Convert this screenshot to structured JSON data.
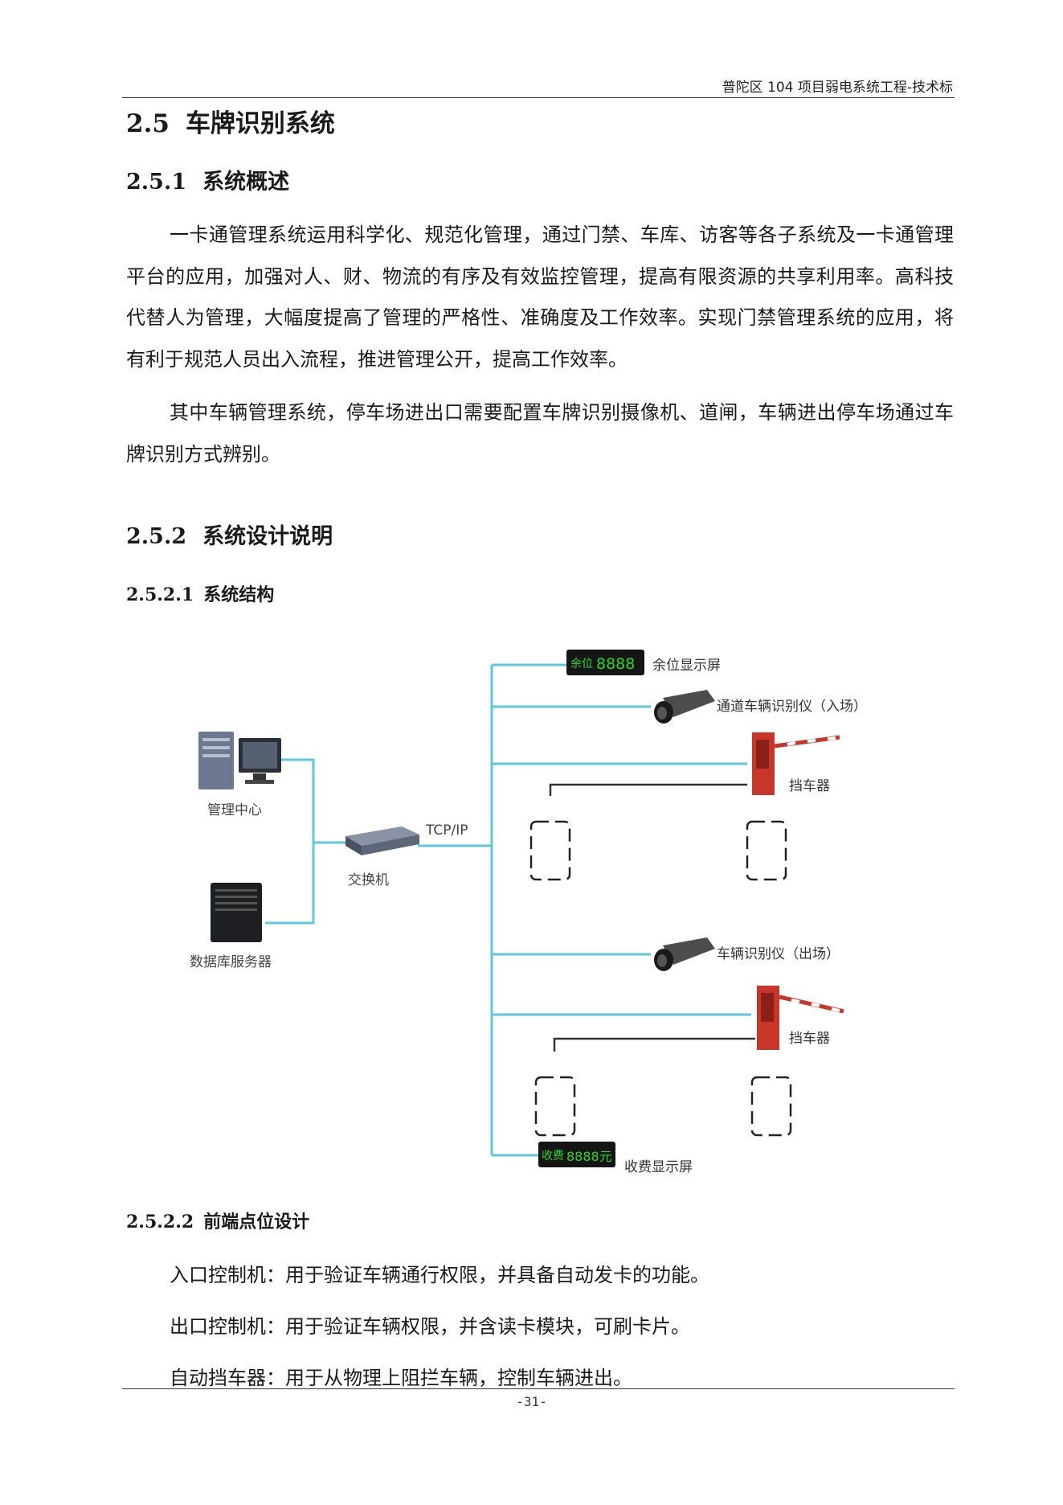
{
  "header": {
    "title": "普陀区 104 项目弱电系统工程-技术标"
  },
  "section": {
    "num": "2.5",
    "title": "车牌识别系统"
  },
  "sub1": {
    "num": "2.5.1",
    "title": "系统概述",
    "p1": "一卡通管理系统运用科学化、规范化管理，通过门禁、车库、访客等各子系统及一卡通管理平台的应用，加强对人、财、物流的有序及有效监控管理，提高有限资源的共享利用率。高科技代替人为管理，大幅度提高了管理的严格性、准确度及工作效率。实现门禁管理系统的应用，将有利于规范人员出入流程，推进管理公开，提高工作效率。",
    "p2": "其中车辆管理系统，停车场进出口需要配置车牌识别摄像机、道闸，车辆进出停车场通过车牌识别方式辨别。"
  },
  "sub2": {
    "num": "2.5.2",
    "title": "系统设计说明"
  },
  "sub21": {
    "num": "2.5.2.1",
    "title": "系统结构"
  },
  "diagram": {
    "management_center": "管理中心",
    "db_server": "数据库服务器",
    "switch": "交换机",
    "protocol": "TCP/IP",
    "remaining_display": "余位显示屏",
    "remaining_display_text": "余位",
    "remaining_display_digits": "8888",
    "entry_camera": "通道车辆识别仪（入场）",
    "barrier_1": "挡车器",
    "exit_camera": "车辆识别仪（出场）",
    "barrier_2": "挡车器",
    "fee_display": "收费显示屏",
    "fee_display_text": "收费",
    "fee_display_digits": "8888元",
    "colors": {
      "line": "#5cc8dc",
      "barrier": "#c8362a",
      "led": "#2bd62b"
    }
  },
  "sub22": {
    "num": "2.5.2.2",
    "title": "前端点位设计",
    "items": [
      "入口控制机：用于验证车辆通行权限，并具备自动发卡的功能。",
      "出口控制机：用于验证车辆权限，并含读卡模块，可刷卡片。",
      "自动挡车器：用于从物理上阻拦车辆，控制车辆进出。"
    ]
  },
  "footer": {
    "page": "-31-"
  }
}
